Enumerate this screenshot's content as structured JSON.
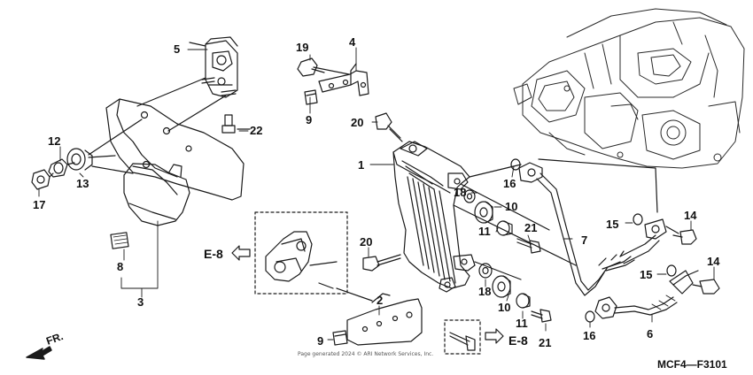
{
  "callouts": [
    {
      "id": "c5",
      "text": "5"
    },
    {
      "id": "c19",
      "text": "19"
    },
    {
      "id": "c4",
      "text": "4"
    },
    {
      "id": "c9a",
      "text": "9"
    },
    {
      "id": "c22",
      "text": "22"
    },
    {
      "id": "c20a",
      "text": "20"
    },
    {
      "id": "c12",
      "text": "12"
    },
    {
      "id": "c13",
      "text": "13"
    },
    {
      "id": "c17",
      "text": "17"
    },
    {
      "id": "c1",
      "text": "1"
    },
    {
      "id": "c16a",
      "text": "16"
    },
    {
      "id": "c18a",
      "text": "18"
    },
    {
      "id": "c10a",
      "text": "10"
    },
    {
      "id": "c11a",
      "text": "11"
    },
    {
      "id": "c21a",
      "text": "21"
    },
    {
      "id": "c7",
      "text": "7"
    },
    {
      "id": "c15a",
      "text": "15"
    },
    {
      "id": "c14a",
      "text": "14"
    },
    {
      "id": "c15b",
      "text": "15"
    },
    {
      "id": "c14b",
      "text": "14"
    },
    {
      "id": "c20b",
      "text": "20"
    },
    {
      "id": "c8",
      "text": "8"
    },
    {
      "id": "c3",
      "text": "3"
    },
    {
      "id": "c2",
      "text": "2"
    },
    {
      "id": "c18b",
      "text": "18"
    },
    {
      "id": "c10b",
      "text": "10"
    },
    {
      "id": "c11b",
      "text": "11"
    },
    {
      "id": "c21b",
      "text": "21"
    },
    {
      "id": "c16b",
      "text": "16"
    },
    {
      "id": "c6",
      "text": "6"
    },
    {
      "id": "c9b",
      "text": "9"
    }
  ],
  "section_refs": {
    "left": "E-8",
    "right": "E-8"
  },
  "direction_label": "FR.",
  "diagram_code": "MCF4—F3101",
  "footer_text": "Page generated 2024 © ARI Network Services, Inc."
}
